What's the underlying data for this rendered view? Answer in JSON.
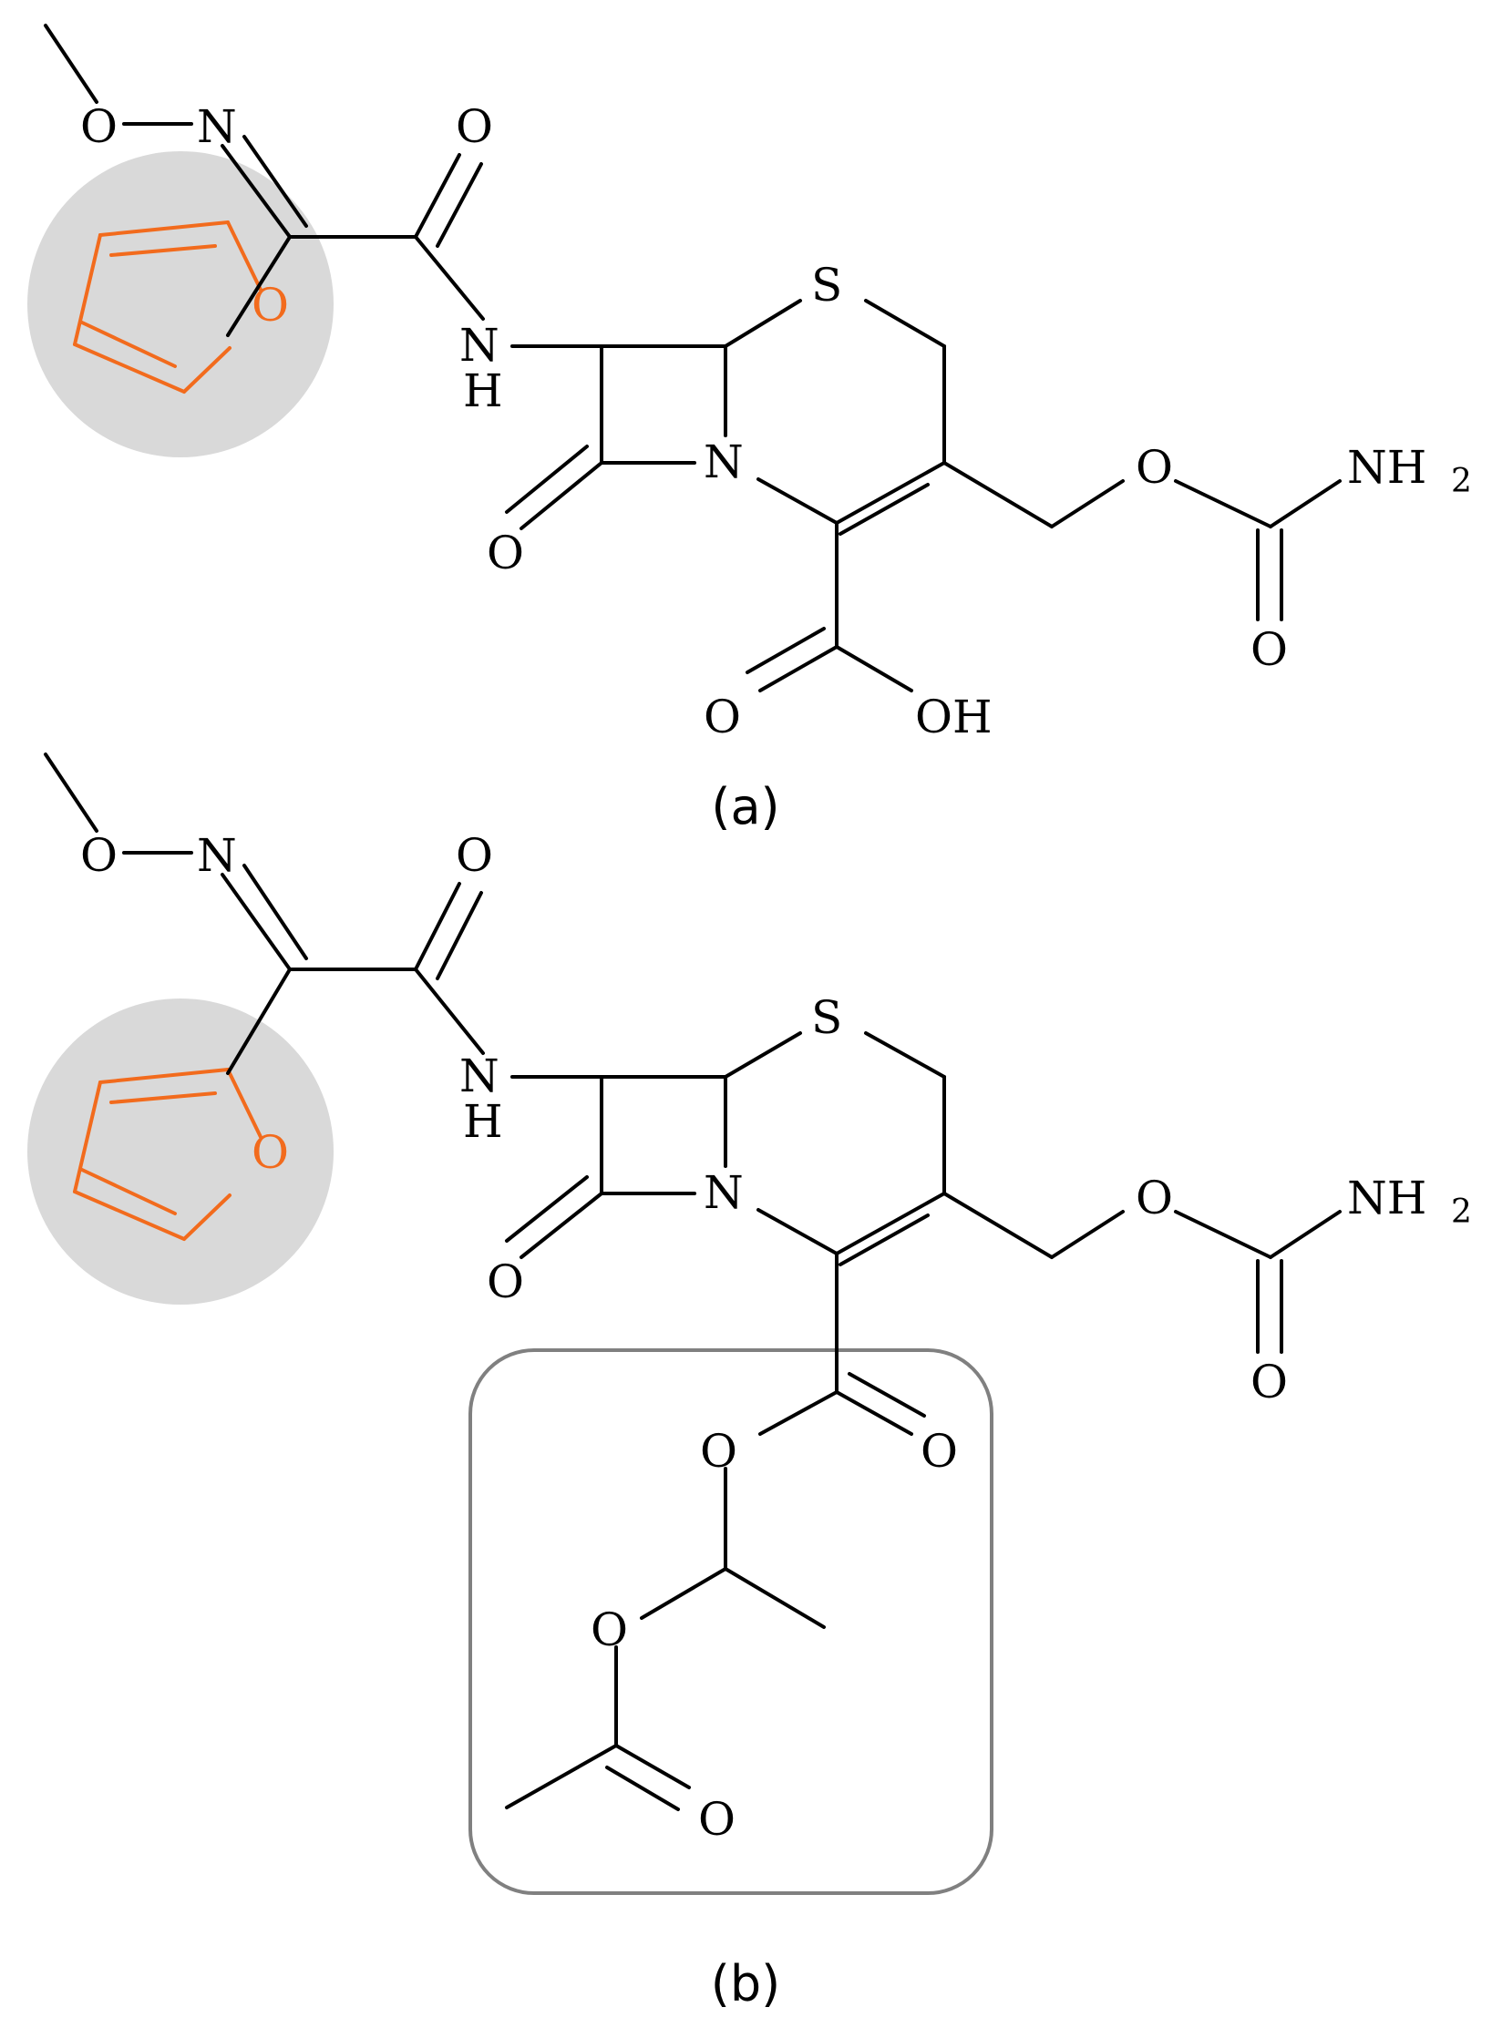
{
  "colors": {
    "highlight_ring": "#f26b1d",
    "highlight_circle": "#d9d9d9",
    "prodrug_box": "#808080"
  },
  "structure_a": {
    "caption": "(a)",
    "atoms": {
      "oxime_o": "O",
      "oxime_n": "N",
      "amide_o": "O",
      "amide_nh_n": "N",
      "amide_nh_h": "H",
      "sulfur": "S",
      "ring_n": "N",
      "lactam_o": "O",
      "acid_o": "O",
      "acid_oh": "OH",
      "carbamate_o": "O",
      "carbamate_nh2": "NH",
      "carbamate_sub": "2",
      "carbamate_co": "O",
      "furan_o": "O"
    }
  },
  "structure_b": {
    "caption": "(b)",
    "atoms": {
      "oxime_o": "O",
      "oxime_n": "N",
      "amide_o": "O",
      "amide_nh_n": "N",
      "amide_nh_h": "H",
      "sulfur": "S",
      "ring_n": "N",
      "lactam_o": "O",
      "ester_o": "O",
      "ester_co": "O",
      "acetal_o": "O",
      "acetyl_co": "O",
      "carbamate_o": "O",
      "carbamate_nh2": "NH",
      "carbamate_sub": "2",
      "carbamate_co": "O",
      "furan_o": "O"
    }
  }
}
